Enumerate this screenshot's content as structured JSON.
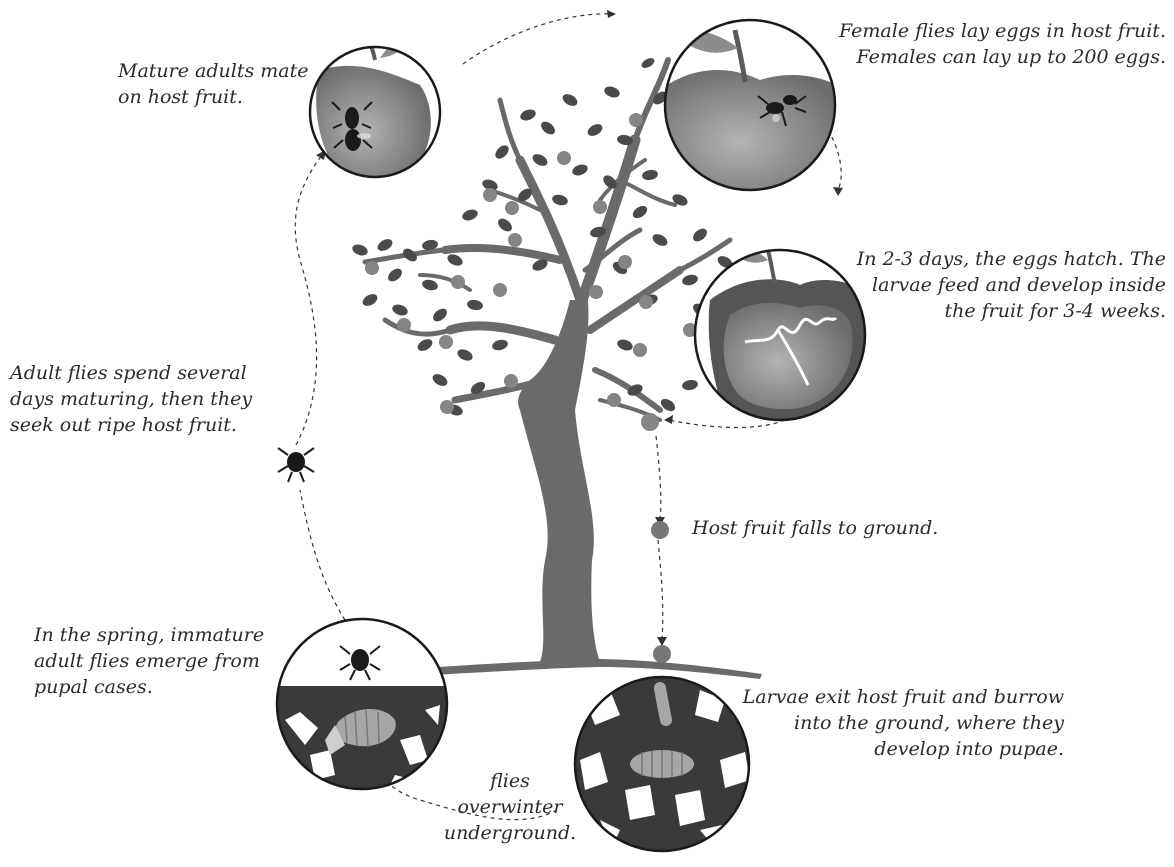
{
  "captions": {
    "mate": [
      "Mature adults mate",
      "on host fruit."
    ],
    "lay": [
      "Female flies lay eggs in host fruit.",
      "Females can lay up to 200 eggs."
    ],
    "hatch": [
      "In 2-3 days, the eggs hatch. The",
      "larvae feed and develop inside",
      "the fruit for 3-4 weeks."
    ],
    "mature": [
      "Adult flies spend several",
      "days maturing, then they",
      "seek out ripe host fruit."
    ],
    "falls": [
      "Host fruit falls to ground."
    ],
    "emerge": [
      "In the spring, immature",
      "adult flies emerge from",
      "pupal cases."
    ],
    "burrow": [
      "Larvae exit host fruit and burrow",
      "into the ground, where they",
      "develop into pupae."
    ],
    "overwinter": [
      "flies",
      "overwinter",
      "underground."
    ]
  },
  "colors": {
    "trunk": "#6a6a6a",
    "leaf": "#4a4a4a",
    "fruit": "#858585",
    "soil": "#3a3a3a",
    "text": "#2b2b2b"
  }
}
